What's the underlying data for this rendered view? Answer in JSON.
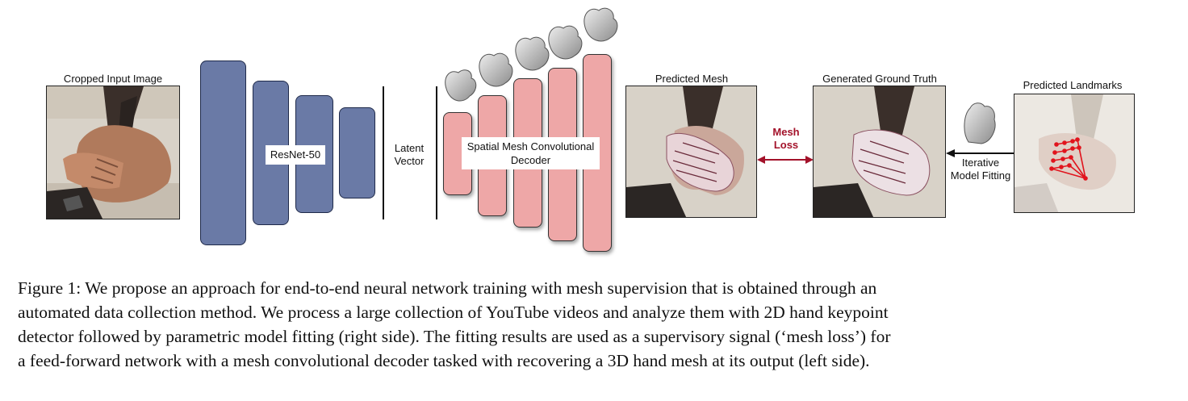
{
  "figure": {
    "labels": {
      "cropped_input": "Cropped Input Image",
      "resnet": "ResNet-50",
      "latent_line1": "Latent",
      "latent_line2": "Vector",
      "decoder_line1": "Spatial Mesh Convolutional",
      "decoder_line2": "Decoder",
      "predicted_mesh": "Predicted Mesh",
      "mesh_loss_line1": "Mesh",
      "mesh_loss_line2": "Loss",
      "generated_gt": "Generated Ground Truth",
      "iterative_line1": "Iterative",
      "iterative_line2": "Model Fitting",
      "predicted_landmarks": "Predicted Landmarks"
    },
    "colors": {
      "encoder": "#6a7aa6",
      "decoder": "#eea7a7",
      "mesh_loss": "#a3122a"
    }
  },
  "caption": {
    "line1": "Figure 1:  We propose an approach for end-to-end neural network training with mesh supervision that is obtained through an",
    "line2": "automated data collection method. We process a large collection of YouTube videos and analyze them with 2D hand keypoint",
    "line3": "detector followed by parametric model fitting (right side). The fitting results are used as a supervisory signal (‘mesh loss’) for",
    "line4": "a feed-forward network with a mesh convolutional decoder tasked with recovering a 3D hand mesh at its output (left side)."
  }
}
